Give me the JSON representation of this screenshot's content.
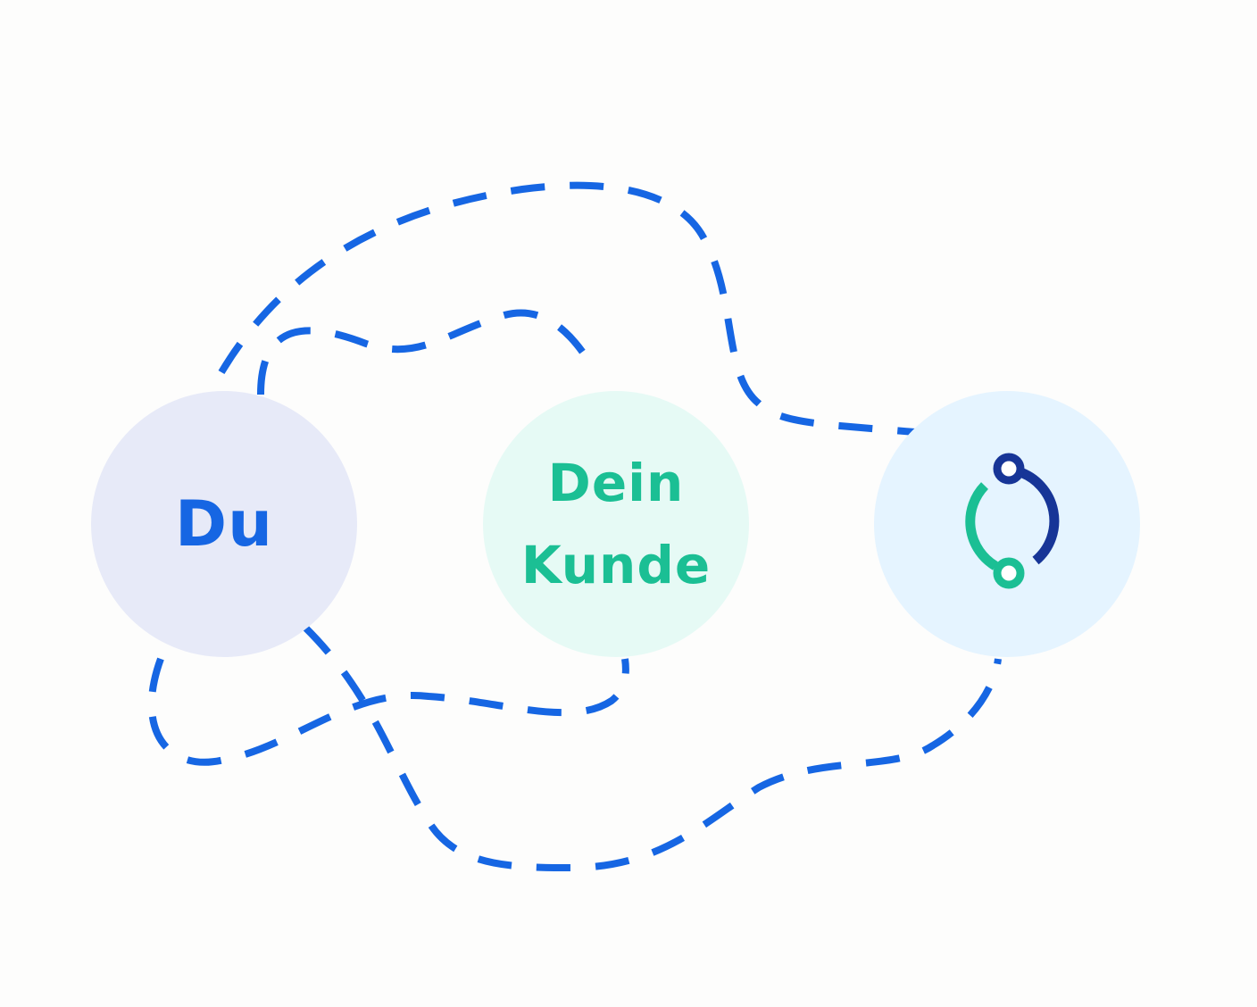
{
  "colors": {
    "background": "#fdfdfc",
    "connector": "#1666e3",
    "you_fill": "#e7eaf8",
    "you_text": "#1666e3",
    "customer_fill": "#e6faf5",
    "customer_text": "#1bbf94",
    "platform_fill": "#e5f4ff",
    "logo_green": "#1bbf94",
    "logo_navy": "#173597"
  },
  "nodes": {
    "you": {
      "label": "Du"
    },
    "customer": {
      "line1": "Dein",
      "line2": "Kunde"
    },
    "platform": {
      "icon": "circular-sync-logo-icon"
    }
  }
}
